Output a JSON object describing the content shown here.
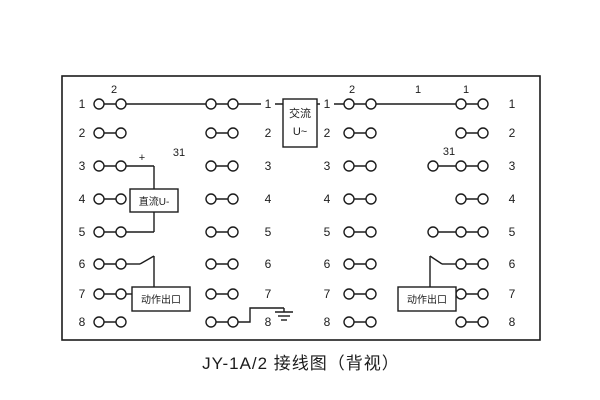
{
  "title": "JY-1A/2 接线图（背视）",
  "boxes": {
    "ac": {
      "line1": "交流",
      "line2": "U~"
    },
    "dc": {
      "label": "直流U-"
    },
    "output_left": {
      "label": "动作出口"
    },
    "output_right": {
      "label": "动作出口"
    }
  },
  "annotations": {
    "plus": "+",
    "terminal31_left": "31",
    "terminal31_right": "31",
    "top_left_2": "2",
    "top_right_2": "2",
    "top_mid_1": "1",
    "top_right_1": "1"
  },
  "terminal_numbers": {
    "far_left": [
      "1",
      "2",
      "3",
      "4",
      "5",
      "6",
      "7",
      "8"
    ],
    "mid_left": [
      "1",
      "2",
      "3",
      "4",
      "5",
      "6",
      "7",
      "8"
    ],
    "mid_right": [
      "1",
      "2",
      "3",
      "4",
      "5",
      "6",
      "7",
      "8"
    ],
    "far_right": [
      "1",
      "2",
      "3",
      "4",
      "5",
      "6",
      "7",
      "8"
    ]
  },
  "colors": {
    "line": "#1c1c1c",
    "background": "#ffffff"
  }
}
